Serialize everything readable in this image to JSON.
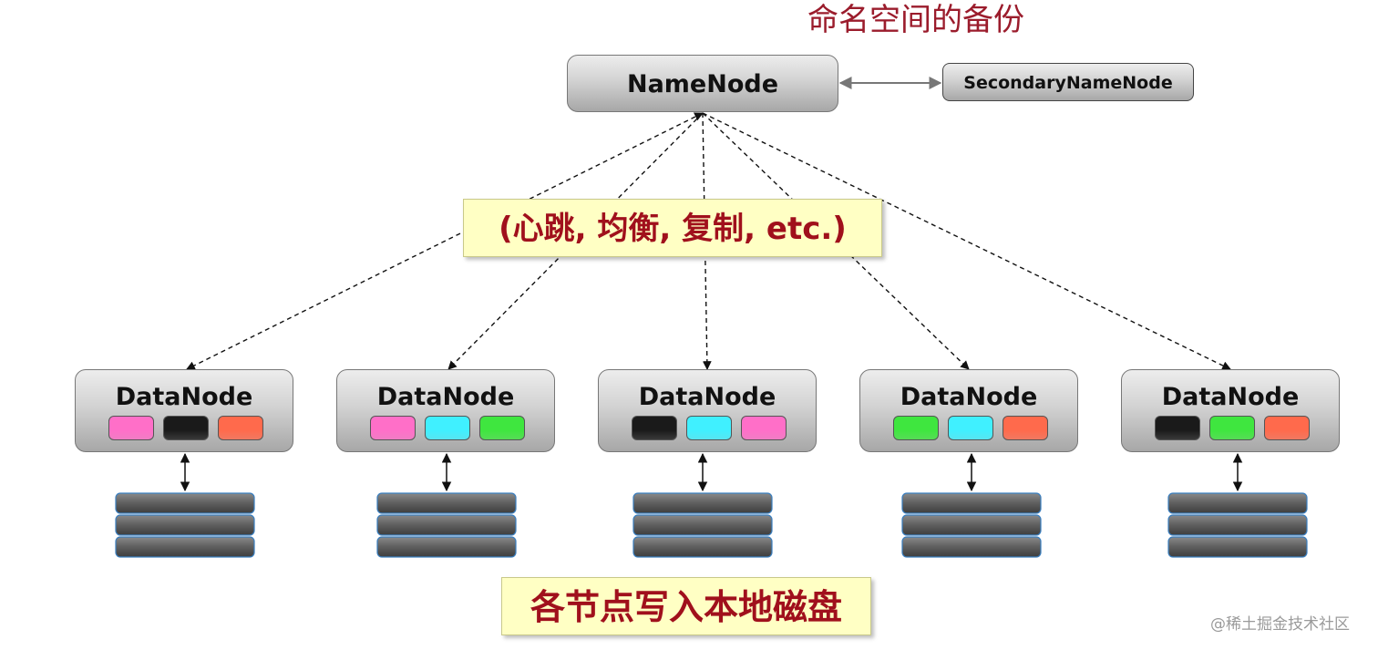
{
  "title": "命名空间的备份",
  "namenode": {
    "label": "NameNode"
  },
  "secondary": {
    "label": "SecondaryNameNode"
  },
  "heartbeat_callout": "(心跳, 均衡, 复制, etc.)",
  "disk_callout": "各节点写入本地磁盘",
  "watermark": "@稀土掘金技术社区",
  "colors": {
    "title": "#9b1c2c",
    "callout_text": "#a0101c",
    "callout_bg": "#ffffc4",
    "pink": "#ff6fc8",
    "black": "#1a1a1a",
    "orange": "#ff6a4c",
    "cyan": "#40f0ff",
    "green": "#3fe63f"
  },
  "datanodes": [
    {
      "label": "DataNode",
      "blocks": [
        "pink",
        "black",
        "orange"
      ]
    },
    {
      "label": "DataNode",
      "blocks": [
        "pink",
        "cyan",
        "green"
      ]
    },
    {
      "label": "DataNode",
      "blocks": [
        "black",
        "cyan",
        "pink"
      ]
    },
    {
      "label": "DataNode",
      "blocks": [
        "green",
        "cyan",
        "orange"
      ]
    },
    {
      "label": "DataNode",
      "blocks": [
        "black",
        "green",
        "orange"
      ]
    }
  ]
}
